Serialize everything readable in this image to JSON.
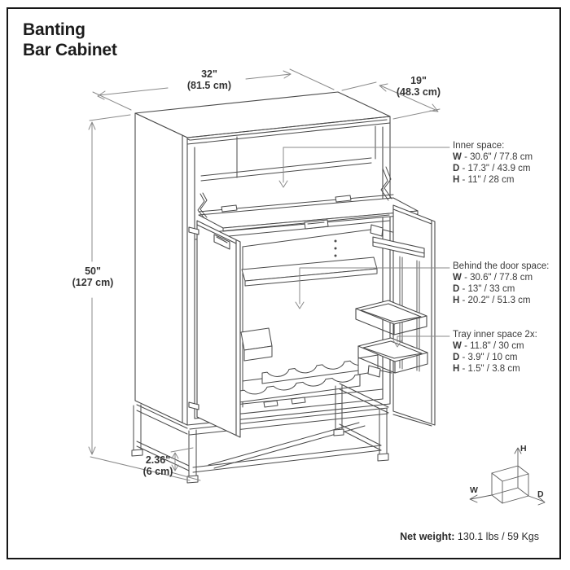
{
  "product": {
    "title_line1": "Banting",
    "title_line2": "Bar Cabinet"
  },
  "dimensions": {
    "width": {
      "in": "32\"",
      "cm": "(81.5 cm)"
    },
    "depth": {
      "in": "19\"",
      "cm": "(48.3 cm)"
    },
    "height": {
      "in": "50\"",
      "cm": "(127 cm)"
    },
    "leg": {
      "in": "2.36\"",
      "cm": "(6 cm)"
    }
  },
  "annotations": [
    {
      "title": "Inner space:",
      "rows": [
        {
          "k": "W",
          "v": "- 30.6\" / 77.8 cm"
        },
        {
          "k": "D",
          "v": "- 17.3\" / 43.9 cm"
        },
        {
          "k": "H",
          "v": "- 11\" / 28 cm"
        }
      ]
    },
    {
      "title": "Behind the door space:",
      "rows": [
        {
          "k": "W",
          "v": "- 30.6\" / 77.8 cm"
        },
        {
          "k": "D",
          "v": "- 13\" / 33 cm"
        },
        {
          "k": "H",
          "v": "- 20.2\" / 51.3 cm"
        }
      ]
    },
    {
      "title": "Tray inner space 2x:",
      "rows": [
        {
          "k": "W",
          "v": "- 11.8\" / 30 cm"
        },
        {
          "k": "D",
          "v": "- 3.9\" / 10 cm"
        },
        {
          "k": "H",
          "v": "- 1.5\" / 3.8 cm"
        }
      ]
    }
  ],
  "axis_cube": {
    "h": "H",
    "w": "W",
    "d": "D"
  },
  "footer": {
    "net_weight_label": "Net weight:",
    "net_weight_value": "130.1 lbs / 59 Kgs"
  },
  "colors": {
    "line": "#4a4a4a",
    "dim": "#8a8a8a",
    "text": "#2b2b2b",
    "border": "#161616"
  }
}
